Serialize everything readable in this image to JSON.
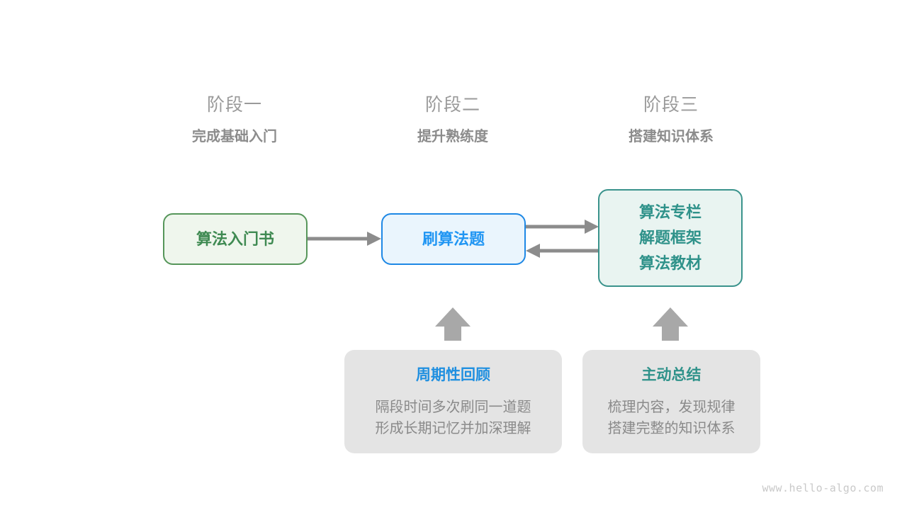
{
  "page": {
    "background": "#ffffff",
    "watermark": "www.hello-algo.com"
  },
  "stages": [
    {
      "title": "阶段一",
      "subtitle": "完成基础入门"
    },
    {
      "title": "阶段二",
      "subtitle": "提升熟练度"
    },
    {
      "title": "阶段三",
      "subtitle": "搭建知识体系"
    }
  ],
  "nodes": {
    "intro_book": {
      "lines": [
        "算法入门书"
      ],
      "fill": "#eff6ed",
      "border": "#56965a",
      "text": "#3f8a52"
    },
    "practice": {
      "lines": [
        "刷算法题"
      ],
      "fill": "#eaf5fd",
      "border": "#1e88e5",
      "text": "#2196f3"
    },
    "knowledge": {
      "lines": [
        "算法专栏",
        "解题框架",
        "算法教材"
      ],
      "fill": "#e9f4f1",
      "border": "#3a938c",
      "text": "#2f928a"
    }
  },
  "notes": [
    {
      "title": "周期性回顾",
      "title_color": "#1f8fe0",
      "body_line1": "隔段时间多次刷同一道题",
      "body_line2": "形成长期记忆并加深理解",
      "fill": "#e4e4e4"
    },
    {
      "title": "主动总结",
      "title_color": "#2f928a",
      "body_line1": "梳理内容，发现规律",
      "body_line2": "搭建完整的知识体系",
      "fill": "#e4e4e4"
    }
  ],
  "arrows": {
    "color": "#8c8c8c",
    "items": [
      {
        "name": "arrow-intro-to-practice",
        "direction": "right"
      },
      {
        "name": "arrow-practice-to-knowledge",
        "direction": "right"
      },
      {
        "name": "arrow-knowledge-to-practice",
        "direction": "left"
      },
      {
        "name": "arrow-review-up",
        "direction": "up"
      },
      {
        "name": "arrow-summary-up",
        "direction": "up"
      }
    ]
  }
}
